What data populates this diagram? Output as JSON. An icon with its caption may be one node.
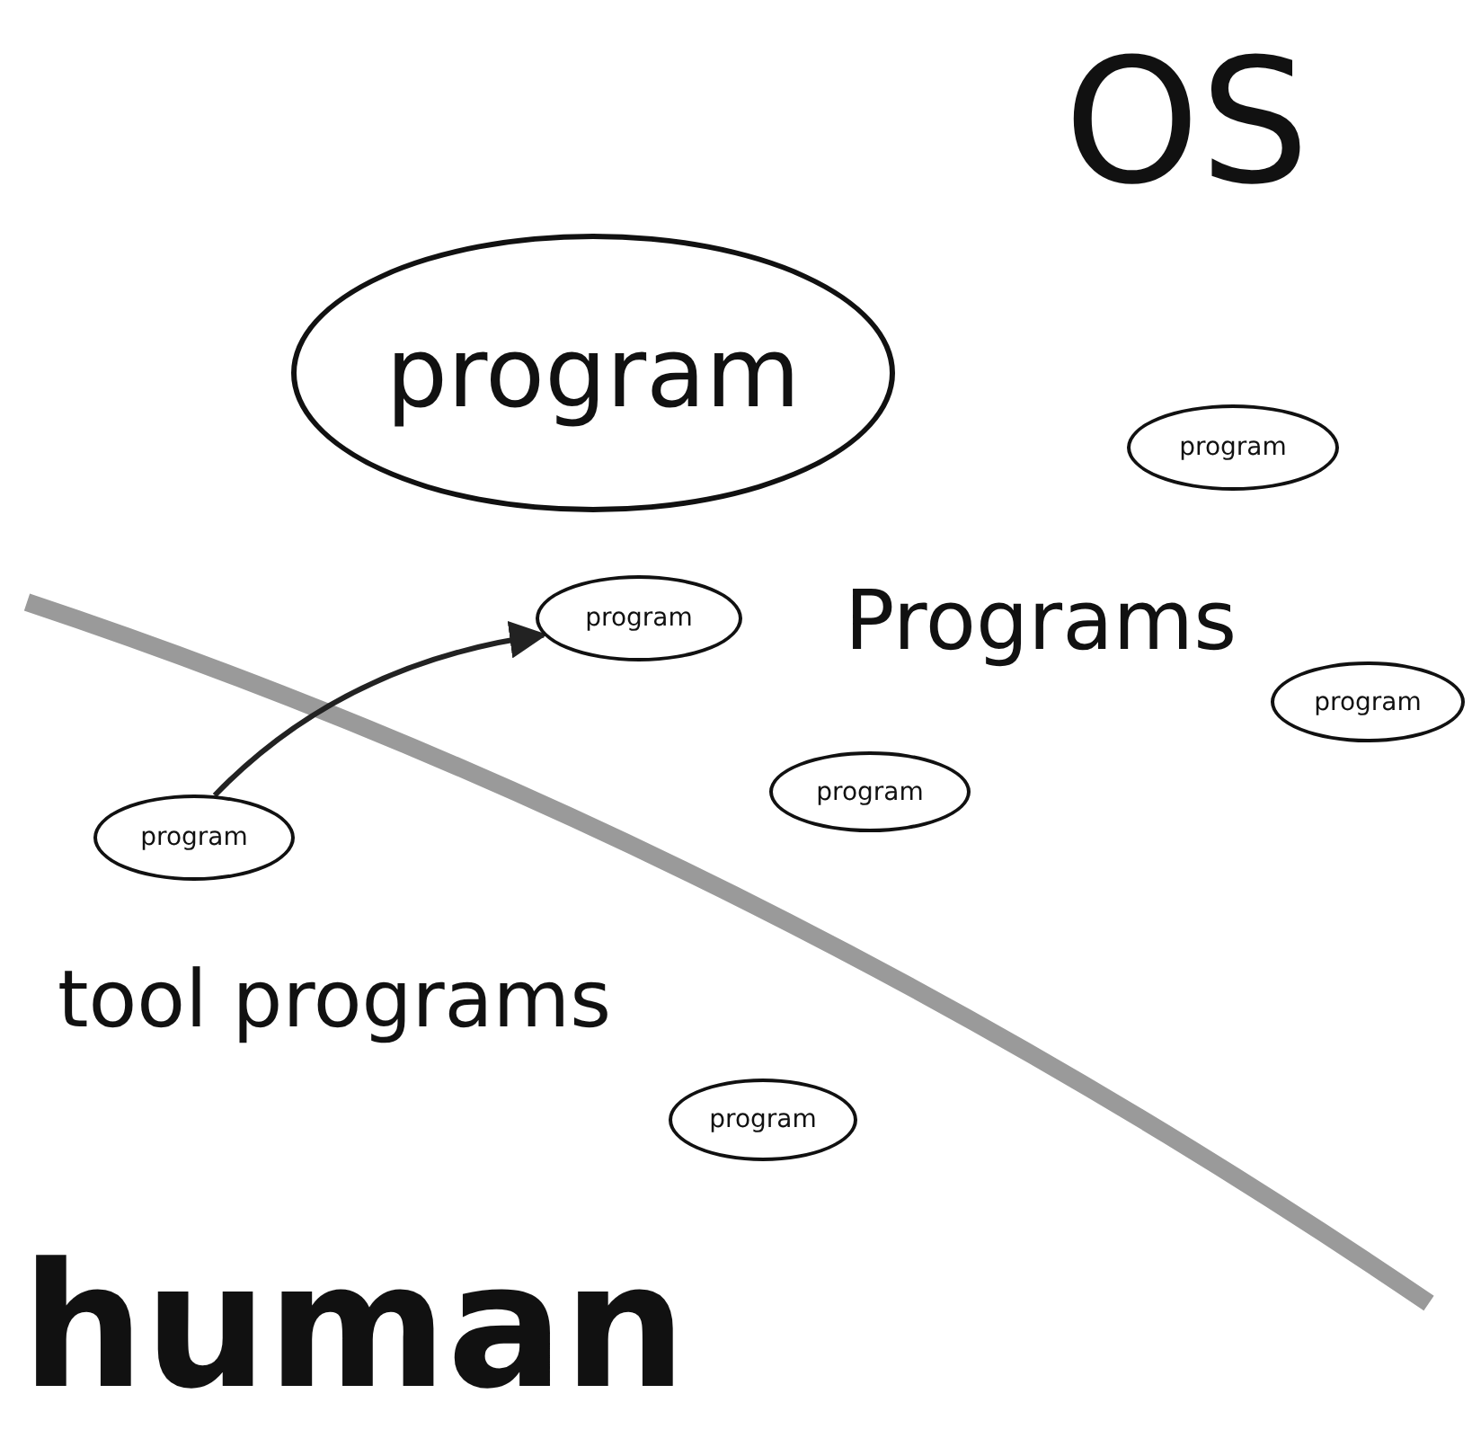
{
  "diagram": {
    "nodes": [
      {
        "text": [
          "program"
        ]
      },
      {
        "text": [
          "program"
        ]
      },
      {
        "text": [
          "program"
        ]
      },
      {
        "text": [
          "program"
        ]
      },
      {
        "text": [
          "program"
        ]
      },
      {
        "text": [
          "program"
        ]
      },
      {
        "text": [
          "program"
        ]
      }
    ],
    "edges": [
      {
        "from": 5,
        "to": 2,
        "arrow": "to"
      }
    ],
    "labels": [
      "OS",
      "Programs",
      "tool programs",
      "human"
    ]
  }
}
